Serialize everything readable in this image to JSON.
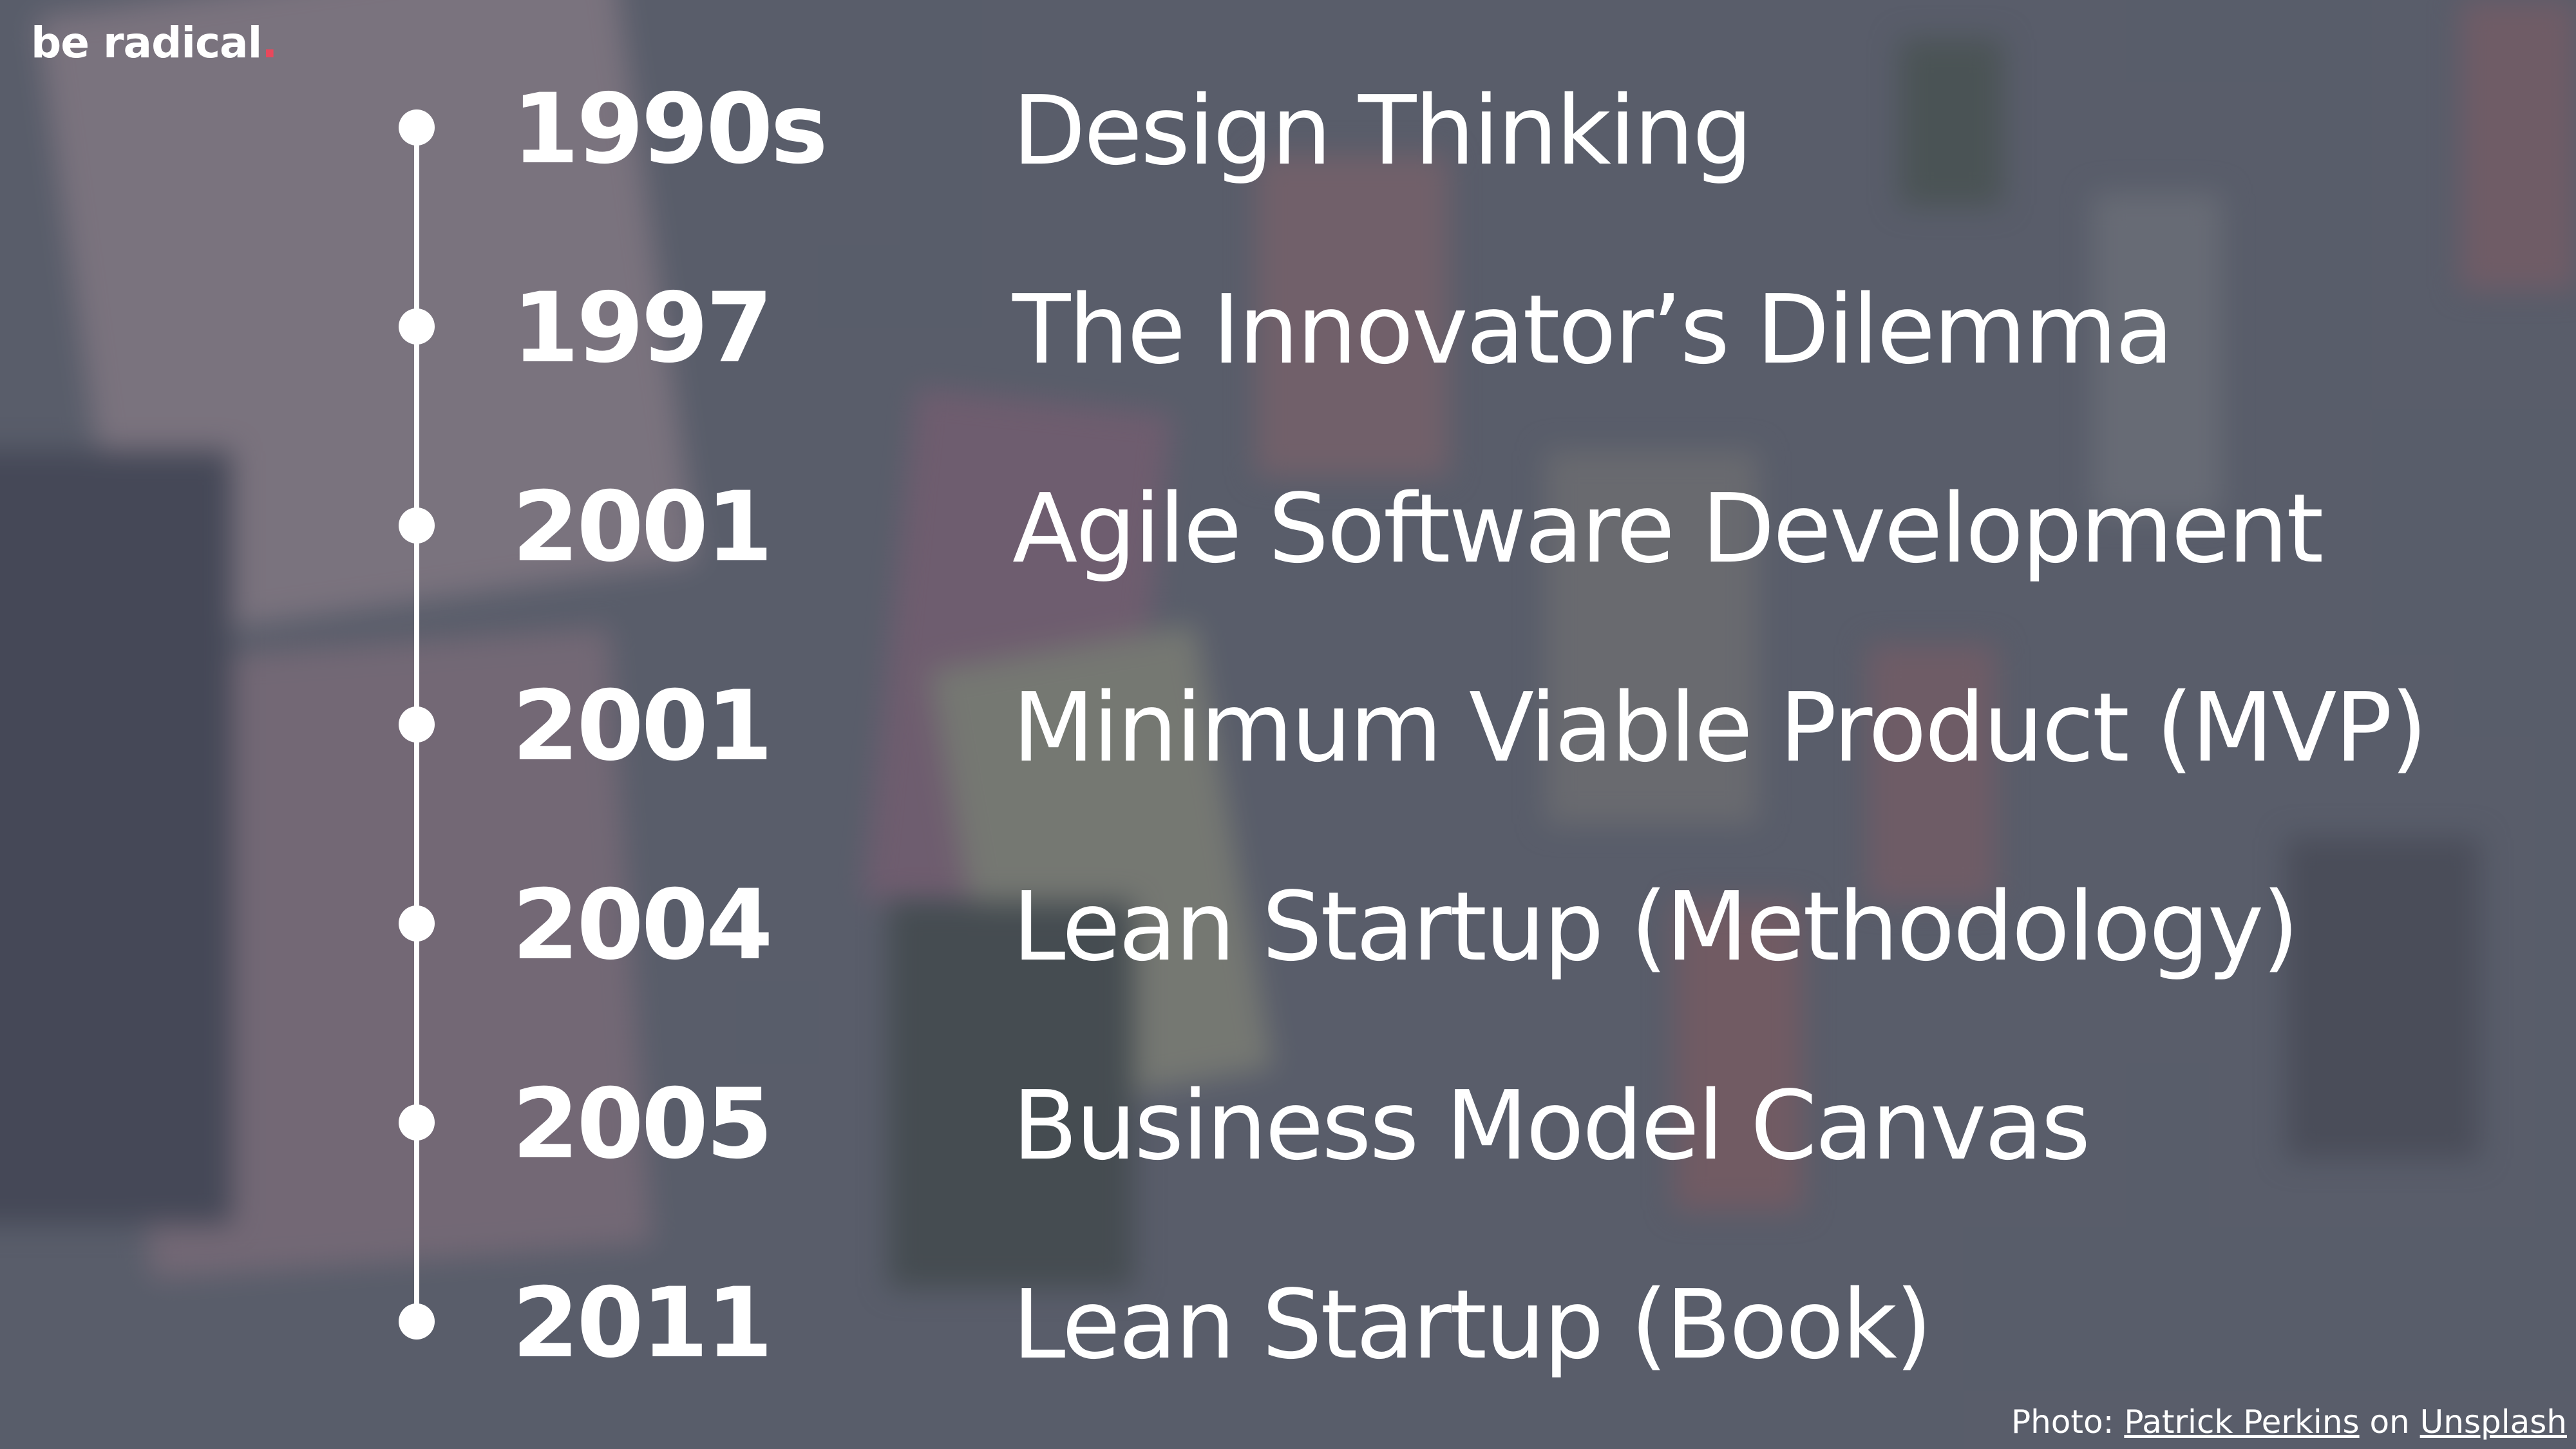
{
  "logo": {
    "text": "be radical",
    "dot": "."
  },
  "timeline": {
    "items": [
      {
        "year": "1990s",
        "title": "Design Thinking"
      },
      {
        "year": "1997",
        "title": "The Innovator’s Dilemma"
      },
      {
        "year": "2001",
        "title": "Agile Software Development"
      },
      {
        "year": "2001",
        "title": "Minimum Viable Product (MVP)"
      },
      {
        "year": "2004",
        "title": "Lean Startup (Methodology)"
      },
      {
        "year": "2005",
        "title": "Business Model Canvas"
      },
      {
        "year": "2011",
        "title": "Lean Startup (Book)"
      }
    ]
  },
  "credit": {
    "prefix": "Photo: ",
    "author": "Patrick Perkins",
    "middle": " on ",
    "source": "Unsplash"
  },
  "colors": {
    "background": "#6a6f7a",
    "text": "#ffffff",
    "accent": "#e8485c"
  }
}
